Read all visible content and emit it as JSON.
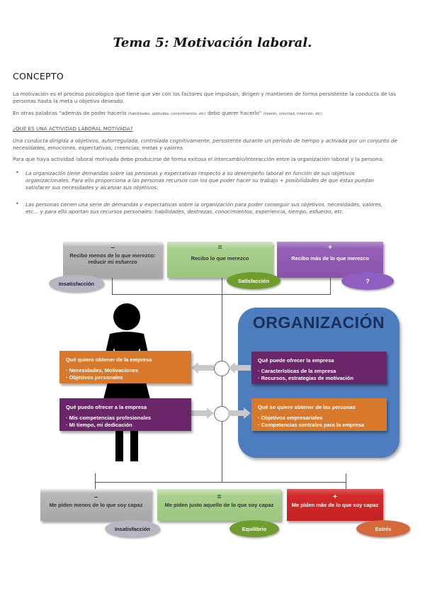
{
  "title": "Tema 5: Motivación laboral.",
  "concepto": {
    "heading": "CONCEPTO",
    "para1": "La motivación es el proceso psicológico que tiene que ver con los factores que impulsan, dirigen y mantienen de forma persistente la conducta de las personas hasta la meta u objetivo deseado.",
    "para2_a": "En otras palabras \"además de poder hacerlo",
    "para2_b": "(habilidades, aptitudes, conocimientos, etc)",
    "para2_c": "debo querer hacerlo\"",
    "para2_d": "(interés, voluntad, intención, etc)"
  },
  "actividad": {
    "heading": "¿QUÉ ES UNA ACTIVIDAD LABORAL MOTIVADA?",
    "para1": "Una conducta dirigida a objetivos, autorregulada, controlada cognitivamente, persistente durante un período de tiempo y activada por un conjunto de necesidades, emociones, expectativas, creencias, metas y valores.",
    "para2": "Para que haya actividad laboral motivada debe producirse de forma exitosa el intercambio/interacción entre la organización laboral y la persona:",
    "bullets": [
      "La organización tiene demandas sobre las personas y expectativas respecto a su desempeño laboral en función de sus objetivos organizacionales. Para ello proporciona a las personas recursos con los que poder hacer su trabajo + posibilidades de que éstas puedan satisfacer sus necesidades y alcanzar sus objetivos.",
      "Las personas tienen una serie de demandas y expectativas sobre la organización para poder conseguir sus objetivos, necesidades, valores, etc… y para ello aportan sus recursos personales: habilidades, destrezas, conocimientos, experiencia, tiempo, esfuerzo, etc."
    ]
  },
  "diagram": {
    "top": [
      {
        "sign": "–",
        "label": "Recibo menos de lo que merezco: reducir mi esfuerzo",
        "oval": "Insatisfacción"
      },
      {
        "sign": "=",
        "label": "Recibo lo que merezco",
        "oval": "Satisfacción"
      },
      {
        "sign": "+",
        "label": "Recibo más de lo que merezco",
        "oval": "?"
      }
    ],
    "organizacion": "ORGANIZACIÓN",
    "left1": {
      "heading": "Qué quiero obtener de la empresa",
      "items": [
        "· Necesidades, Motivaciones",
        "· Objetivos personales"
      ]
    },
    "left2": {
      "heading": "Qué puedo ofrecer a la empresa",
      "items": [
        "· Mis competencias profesionales",
        "· Mi tiempo, mi dedicación"
      ]
    },
    "right1": {
      "heading": "Qué puede ofrecer la empresa",
      "items": [
        "· Características de la empresa",
        "· Recursos, estrategias de motivación"
      ]
    },
    "right2": {
      "heading": "Qué se quiere obtener de las personas",
      "items": [
        "· Objetivos empresariales",
        "· Competencias centrales para la empresa"
      ]
    },
    "bottom": [
      {
        "sign": "–",
        "label": "Me piden menos de lo que soy capaz",
        "oval": "Insatisfacción"
      },
      {
        "sign": "=",
        "label": "Me piden justo aquello de lo que soy capaz",
        "oval": "Equilibrio"
      },
      {
        "sign": "+",
        "label": "Me piden más de lo que soy capaz",
        "oval": "Estrés"
      }
    ],
    "colors": {
      "gray": "#a9a9a9",
      "green": "#a8d08d",
      "purple": "#9560b5",
      "dark_purple": "#6b2669",
      "orange": "#d8782a",
      "blue": "#4e7dbf",
      "red": "#d12a2a",
      "oval_gray": "#b7b7c2",
      "oval_green": "#6f9e2f",
      "oval_purple": "#8e5fc0",
      "oval_orange": "#d6693b"
    }
  }
}
